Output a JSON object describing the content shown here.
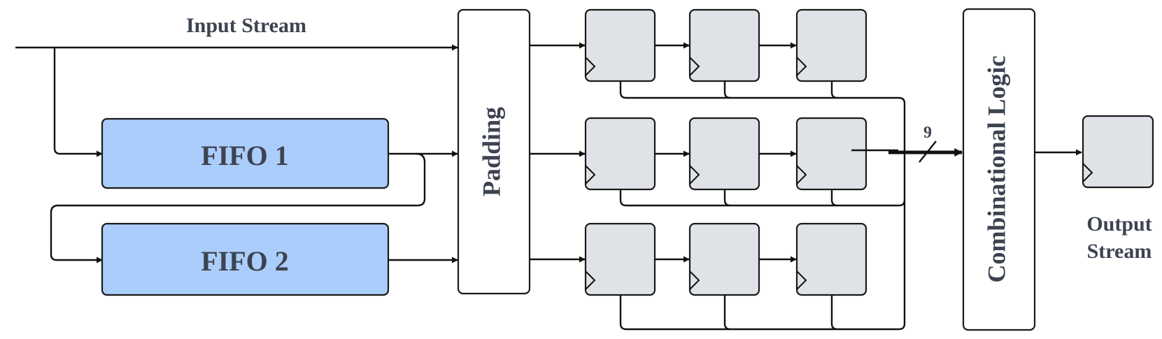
{
  "labels": {
    "input_stream": "Input Stream",
    "fifo1": "FIFO 1",
    "fifo2": "FIFO 2",
    "padding": "Padding",
    "combinational_logic": "Combinational  Logic",
    "output_stream_line1": "Output",
    "output_stream_line2": "Stream",
    "bus_width": "9"
  },
  "colors": {
    "fifo_fill": "#abcdfb",
    "register_fill": "#dfe2e7",
    "block_fill": "#ffffff",
    "line": "#111111",
    "text": "#3d4350"
  },
  "register_grid": {
    "rows": 3,
    "cols": 3
  }
}
